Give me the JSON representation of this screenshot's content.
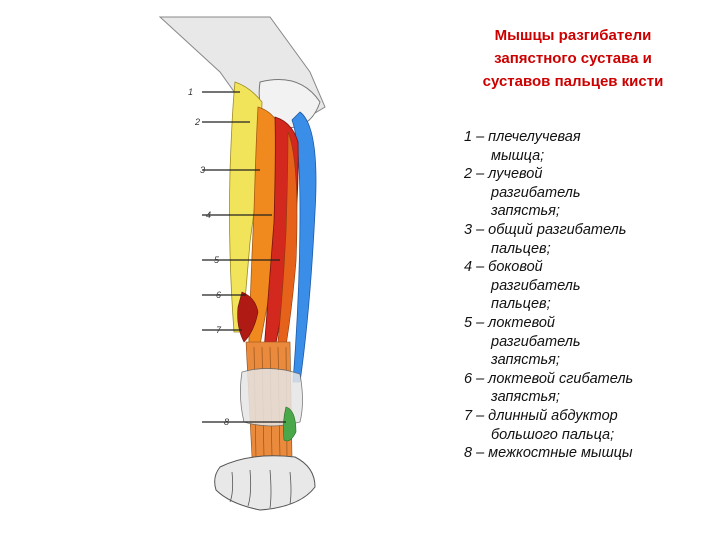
{
  "title": "Мышцы разгибатели запястного сустава и суставов пальцев кисти",
  "legend": [
    "1 – плечелучевая\nмышца;",
    "2 – лучевой\nразгибатель\nзапястья;",
    "3 – общий разгибатель\nпальцев;",
    "4 – боковой\nразгибатель\nпальцев;",
    "5 – локтевой\nразгибатель\nзапястья;",
    "6 – локтевой сгибатель\nзапястья;",
    "7 – длинный абдуктор\nбольшого пальца;",
    "8 – межкостные мышцы"
  ],
  "figure_labels": [
    "1",
    "2",
    "3",
    "4",
    "5",
    "6",
    "7",
    "8"
  ],
  "colors": {
    "title": "#cc0000",
    "muscle_yellow": "#f2e45a",
    "muscle_orange": "#f08a1e",
    "muscle_red": "#d2281e",
    "muscle_darkred": "#b01a14",
    "tendon_blue": "#3a8ee8",
    "bone_gray": "#e6e6e6",
    "interosseous_green": "#4aa84a"
  }
}
